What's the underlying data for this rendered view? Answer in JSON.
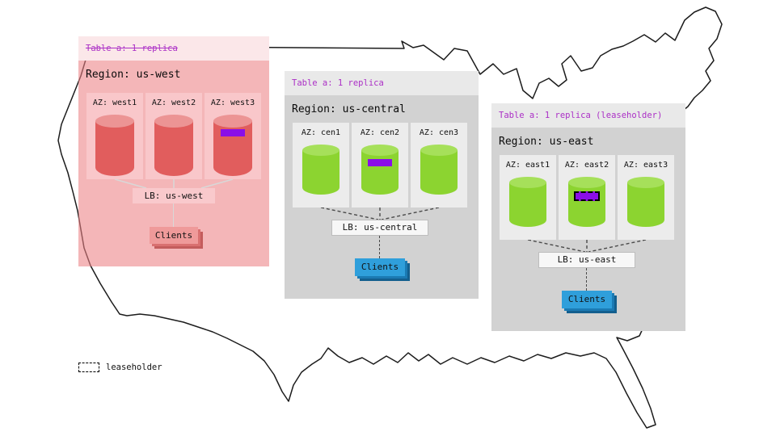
{
  "colors": {
    "table_label_purple": "#ab2fc6",
    "replica_band_purple": "#8a0ee8",
    "west_replica_red": "#e15d5d",
    "active_replica_green": "#8cd430",
    "clients_blue": "#2f9fdb",
    "clients_west_salmon": "#ef9a9a"
  },
  "regions": [
    {
      "name": "us-west",
      "table_label": "Table a: 1 replica",
      "region_label": "Region: us-west",
      "azs": [
        {
          "label": "AZ: west1"
        },
        {
          "label": "AZ: west2"
        },
        {
          "label": "AZ: west3"
        }
      ],
      "lb_label": "LB: us-west",
      "clients_label": "Clients"
    },
    {
      "name": "us-central",
      "table_label": "Table a: 1 replica",
      "region_label": "Region: us-central",
      "azs": [
        {
          "label": "AZ: cen1"
        },
        {
          "label": "AZ: cen2"
        },
        {
          "label": "AZ: cen3"
        }
      ],
      "lb_label": "LB: us-central",
      "clients_label": "Clients"
    },
    {
      "name": "us-east",
      "table_label": "Table a: 1 replica (leaseholder)",
      "region_label": "Region: us-east",
      "azs": [
        {
          "label": "AZ: east1"
        },
        {
          "label": "AZ: east2"
        },
        {
          "label": "AZ: east3"
        }
      ],
      "lb_label": "LB: us-east",
      "clients_label": "Clients"
    }
  ],
  "legend": {
    "label": "leaseholder"
  }
}
